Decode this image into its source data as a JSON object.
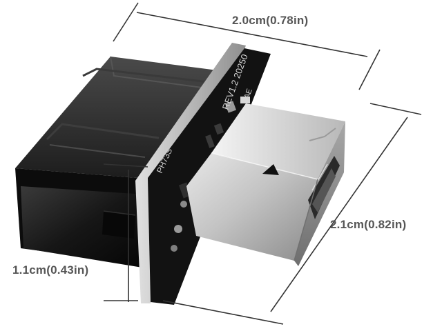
{
  "dimensions": {
    "width": "2.0cm(0.78in)",
    "depth": "2.1cm(0.82in)",
    "height": "1.1cm(0.43in)"
  },
  "pcb_text": {
    "model": "PH73S",
    "revision": "REV1.2 20250",
    "ic_marking": "AE"
  },
  "colors": {
    "housing": "#1a1a1a",
    "pcb": "#111111",
    "pcb_edge": "#bdbdbd",
    "metal_shell": "#c8c8c8",
    "dimension_text": "#555555"
  }
}
